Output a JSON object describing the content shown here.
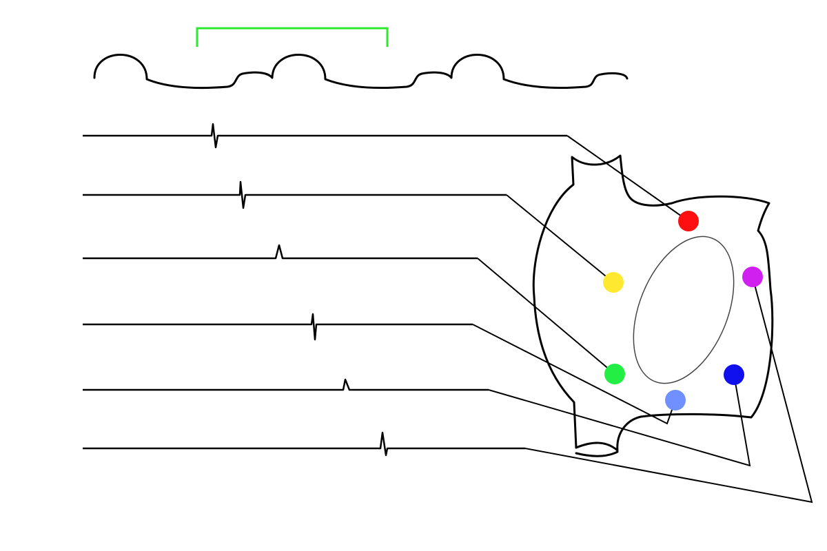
{
  "diagram": {
    "labels": [],
    "colors": {
      "line": "#000000",
      "bracket": "#2ee82e",
      "ring": "#444444",
      "background": "#ffffff"
    },
    "electrodes": [
      {
        "name": "red-electrode",
        "color": "#ff1010"
      },
      {
        "name": "yellow-electrode",
        "color": "#ffe830"
      },
      {
        "name": "green-electrode",
        "color": "#22ee44"
      },
      {
        "name": "light-blue-electrode",
        "color": "#7090ff"
      },
      {
        "name": "blue-electrode",
        "color": "#1010ee"
      },
      {
        "name": "magenta-electrode",
        "color": "#d020f0"
      }
    ]
  }
}
